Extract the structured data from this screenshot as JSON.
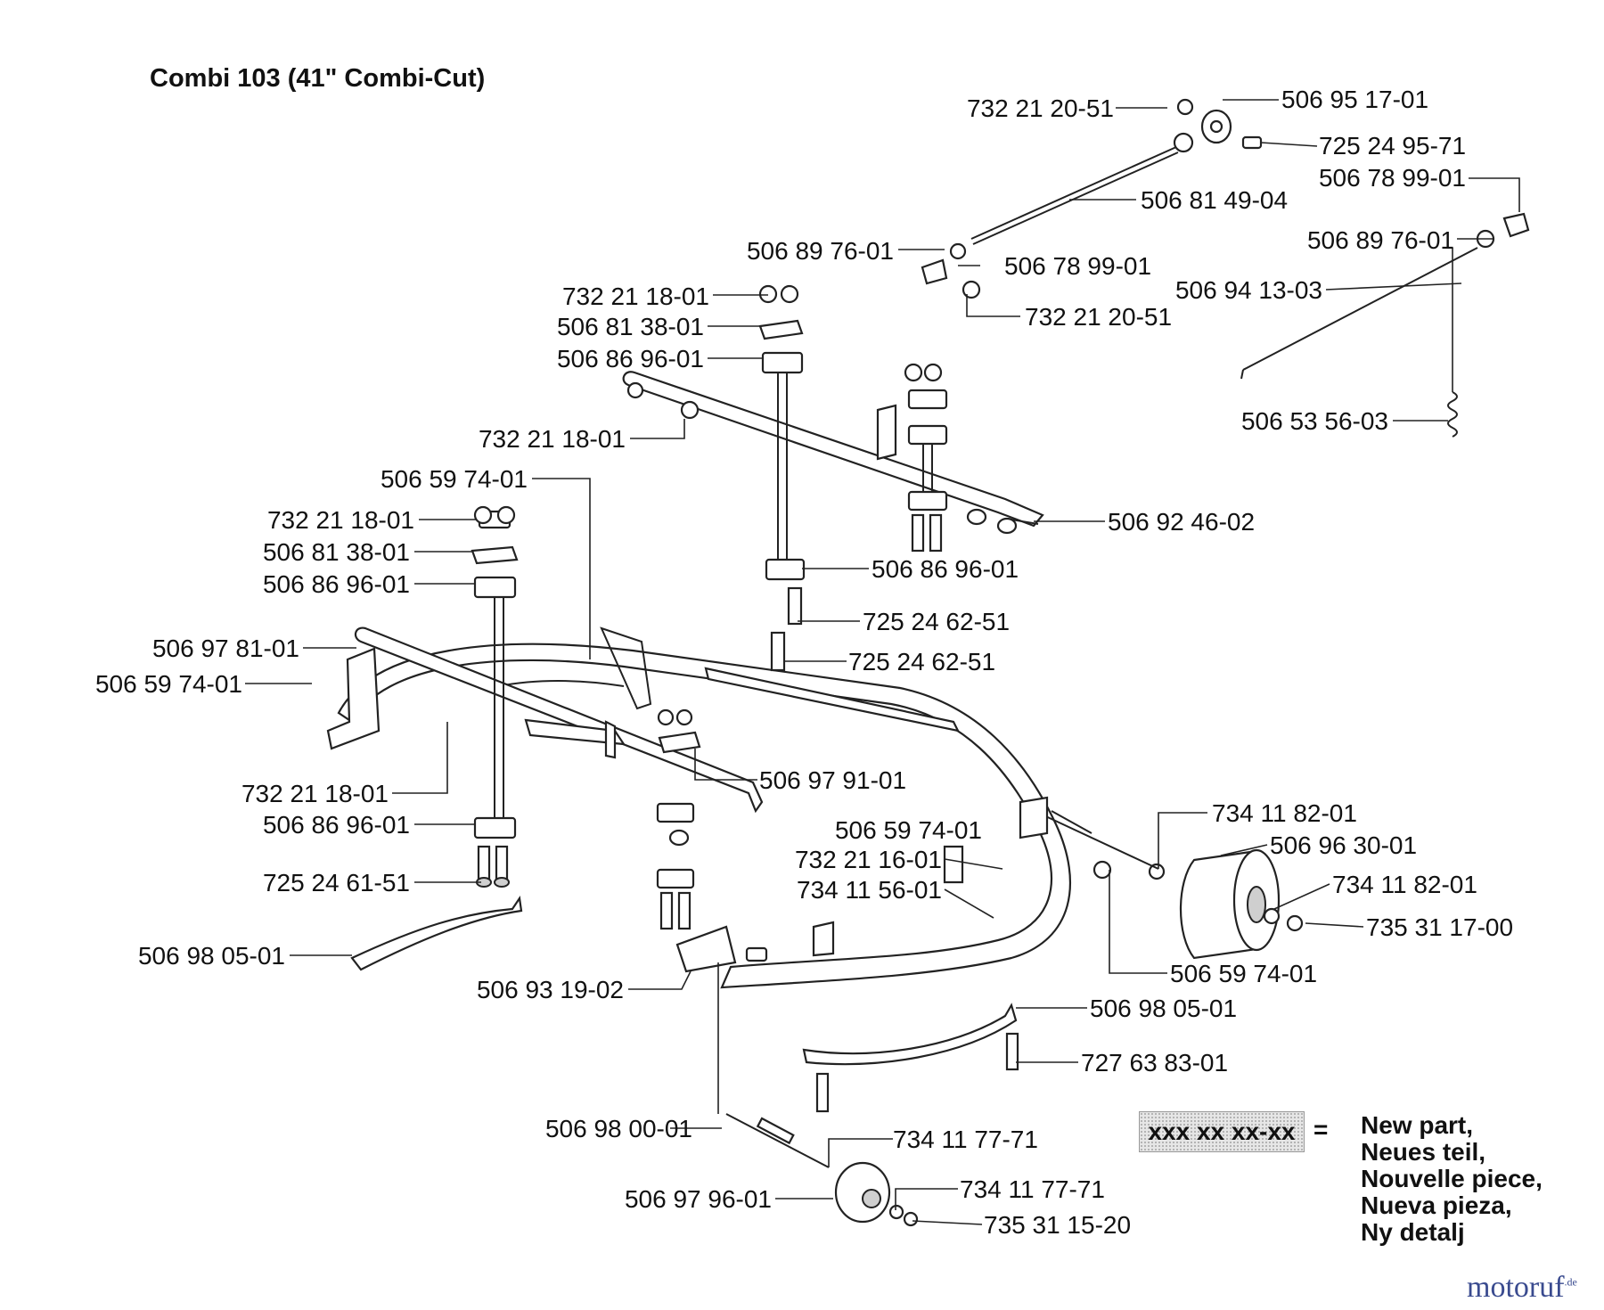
{
  "title": "Combi 103 (41\" Combi-Cut)",
  "callouts": [
    {
      "id": "c01",
      "part_number": "732 21 20-51"
    },
    {
      "id": "c02",
      "part_number": "506 95 17-01"
    },
    {
      "id": "c03",
      "part_number": "725 24 95-71"
    },
    {
      "id": "c04",
      "part_number": "506 78 99-01"
    },
    {
      "id": "c05",
      "part_number": "506 81 49-04"
    },
    {
      "id": "c06",
      "part_number": "506 89 76-01"
    },
    {
      "id": "c07",
      "part_number": "506 89 76-01"
    },
    {
      "id": "c08",
      "part_number": "506 78 99-01"
    },
    {
      "id": "c09",
      "part_number": "506 94 13-03"
    },
    {
      "id": "c10",
      "part_number": "732 21 18-01"
    },
    {
      "id": "c11",
      "part_number": "732 21 20-51"
    },
    {
      "id": "c12",
      "part_number": "506 81 38-01"
    },
    {
      "id": "c13",
      "part_number": "506 86 96-01"
    },
    {
      "id": "c14",
      "part_number": "506 53 56-03"
    },
    {
      "id": "c15",
      "part_number": "732 21 18-01"
    },
    {
      "id": "c16",
      "part_number": "506 59 74-01"
    },
    {
      "id": "c17",
      "part_number": "732 21 18-01"
    },
    {
      "id": "c18",
      "part_number": "506 92 46-02"
    },
    {
      "id": "c19",
      "part_number": "506 81 38-01"
    },
    {
      "id": "c20",
      "part_number": "506 86 96-01"
    },
    {
      "id": "c21",
      "part_number": "506 86 96-01"
    },
    {
      "id": "c22",
      "part_number": "725 24 62-51"
    },
    {
      "id": "c23",
      "part_number": "506 97 81-01"
    },
    {
      "id": "c24",
      "part_number": "725 24 62-51"
    },
    {
      "id": "c25",
      "part_number": "506 59 74-01"
    },
    {
      "id": "c26",
      "part_number": "506 97 91-01"
    },
    {
      "id": "c27",
      "part_number": "732 21 18-01"
    },
    {
      "id": "c28",
      "part_number": "734 11 82-01"
    },
    {
      "id": "c29",
      "part_number": "506 86 96-01"
    },
    {
      "id": "c30",
      "part_number": "506 59 74-01"
    },
    {
      "id": "c31",
      "part_number": "506 96 30-01"
    },
    {
      "id": "c32",
      "part_number": "732 21 16-01"
    },
    {
      "id": "c33",
      "part_number": "725 24 61-51"
    },
    {
      "id": "c34",
      "part_number": "734 11 56-01"
    },
    {
      "id": "c35",
      "part_number": "734 11 82-01"
    },
    {
      "id": "c36",
      "part_number": "735 31 17-00"
    },
    {
      "id": "c37",
      "part_number": "506 98 05-01"
    },
    {
      "id": "c38",
      "part_number": "506 59 74-01"
    },
    {
      "id": "c39",
      "part_number": "506 93 19-02"
    },
    {
      "id": "c40",
      "part_number": "506 98 05-01"
    },
    {
      "id": "c41",
      "part_number": "727 63 83-01"
    },
    {
      "id": "c42",
      "part_number": "506 98 00-01"
    },
    {
      "id": "c43",
      "part_number": "734 11 77-71"
    },
    {
      "id": "c44",
      "part_number": "734 11 77-71"
    },
    {
      "id": "c45",
      "part_number": "506 97 96-01"
    },
    {
      "id": "c46",
      "part_number": "735 31 15-20"
    }
  ],
  "legend": {
    "sample": "xxx xx xx-xx",
    "equals": "=",
    "meanings": [
      "New part,",
      "Neues teil,",
      "Nouvelle piece,",
      "Nueva pieza,",
      "Ny detalj"
    ]
  },
  "watermark": {
    "name": "motoruf",
    "suffix": ".de"
  },
  "colors": {
    "ink": "#111111",
    "legend_fill": "#e6e6e6",
    "brand": "#3a4b8f",
    "brand_accent": "#c0392b"
  }
}
